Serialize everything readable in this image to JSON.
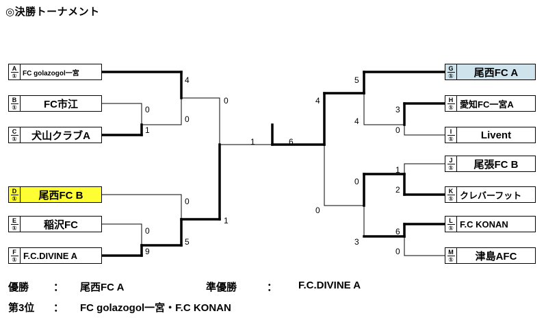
{
  "title": "◎決勝トーナメント",
  "teams_left": [
    {
      "letter": "A",
      "seed": "①",
      "name": "FC golazogol一宮"
    },
    {
      "letter": "B",
      "seed": "①",
      "name": "FC市江"
    },
    {
      "letter": "C",
      "seed": "①",
      "name": "犬山クラブA"
    },
    {
      "letter": "D",
      "seed": "①",
      "name": "尾西FC B"
    },
    {
      "letter": "E",
      "seed": "①",
      "name": "稲沢FC"
    },
    {
      "letter": "F",
      "seed": "①",
      "name": "F.C.DIVINE A"
    }
  ],
  "teams_right": [
    {
      "letter": "G",
      "seed": "①",
      "name": "尾西FC A"
    },
    {
      "letter": "H",
      "seed": "①",
      "name": "愛知FC一宮A"
    },
    {
      "letter": "I",
      "seed": "①",
      "name": "Livent"
    },
    {
      "letter": "J",
      "seed": "①",
      "name": "尾張FC B"
    },
    {
      "letter": "K",
      "seed": "①",
      "name": "クレバーフット"
    },
    {
      "letter": "L",
      "seed": "①",
      "name": "F.C KONAN"
    },
    {
      "letter": "M",
      "seed": "①",
      "name": "津島AFC"
    }
  ],
  "scores": {
    "bc_b": "0",
    "bc_c": "1",
    "a_r2": "4",
    "bc_r2": "0",
    "ef_e": "0",
    "ef_f": "9",
    "d_r2": "0",
    "ef_r2": "5",
    "semi_top": "0",
    "semi_bot": "1",
    "final_left": "1",
    "final_right": "6",
    "g_r2": "5",
    "hi_r2": "4",
    "hi_h": "3",
    "hi_i": "0",
    "jk_j": "1",
    "jk_k": "2",
    "lm_l": "6",
    "lm_m": "0",
    "jk_r2": "0",
    "lm_r2": "3",
    "semi_r_top": "4",
    "semi_r_bot": "0"
  },
  "results": {
    "winner_label": "優勝",
    "winner_sep": "：",
    "winner": "尾西FC A",
    "runner_label": "準優勝",
    "runner_sep": "：",
    "runner": "F.C.DIVINE A",
    "third_label": "第3位",
    "third_sep": "：",
    "third": "FC golazogol一宮・F.C KONAN"
  }
}
